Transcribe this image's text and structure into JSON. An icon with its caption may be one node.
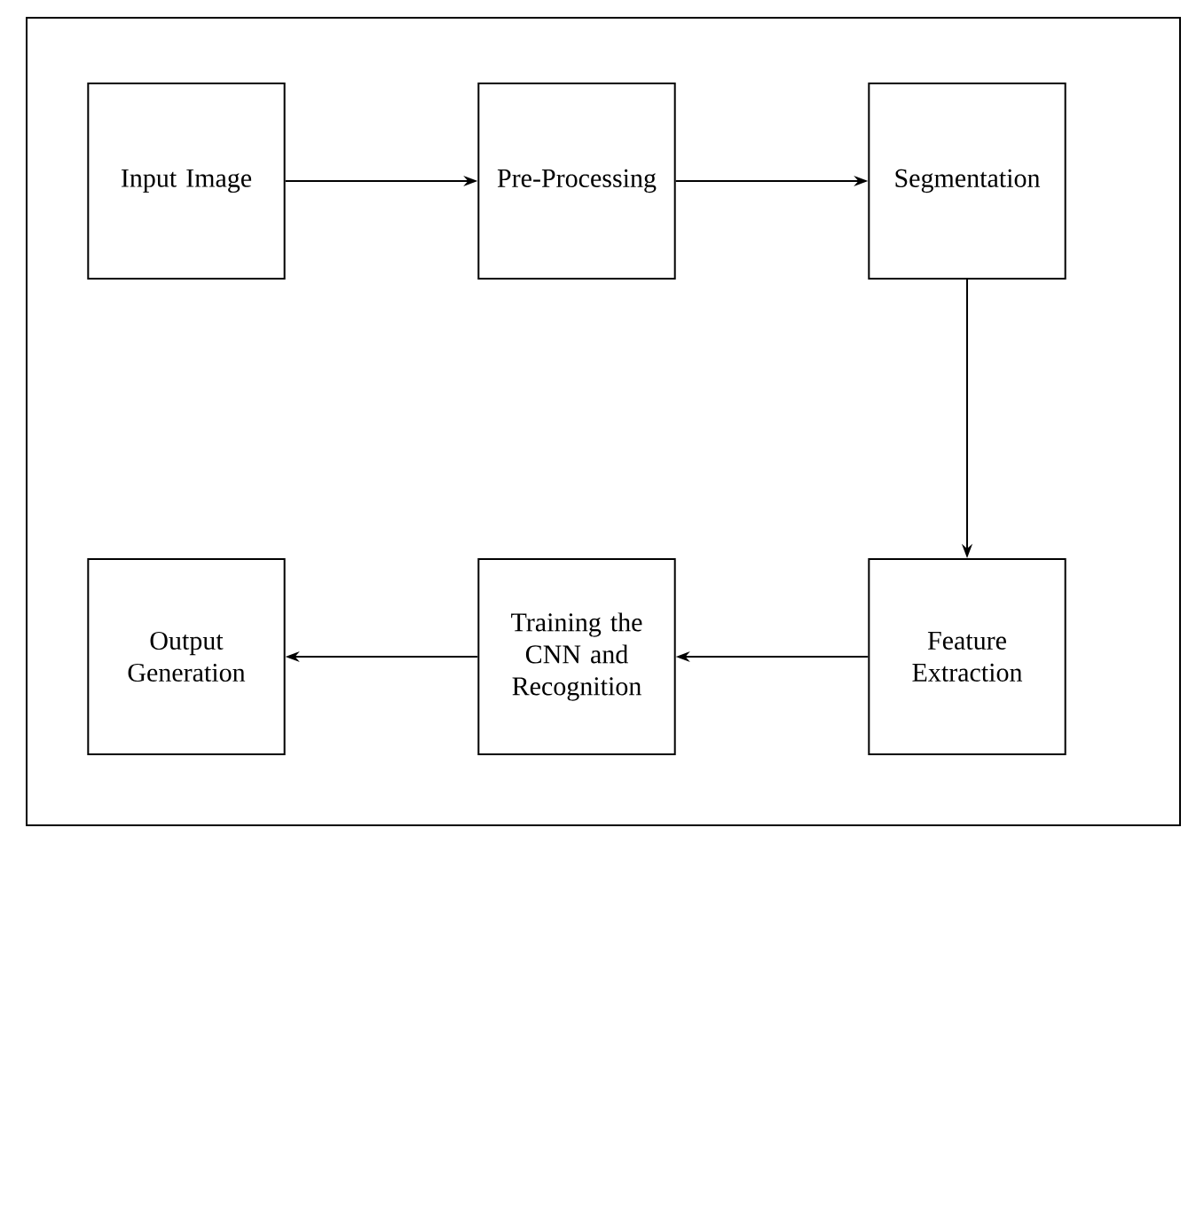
{
  "diagram": {
    "nodes": [
      {
        "text": [
          "Input Image"
        ]
      },
      {
        "text": [
          "Pre-Processing"
        ]
      },
      {
        "text": [
          "Segmentation"
        ]
      },
      {
        "text": [
          "Feature Extraction"
        ]
      },
      {
        "text": [
          "Training the CNN and Recognition"
        ]
      },
      {
        "text": [
          "Output Generation"
        ]
      }
    ],
    "edges": [
      {
        "from": 0,
        "to": 1,
        "arrow": "to"
      },
      {
        "from": 1,
        "to": 2,
        "arrow": "to"
      },
      {
        "from": 2,
        "to": 3,
        "arrow": "to"
      },
      {
        "from": 3,
        "to": 4,
        "arrow": "to"
      },
      {
        "from": 4,
        "to": 5,
        "arrow": "to"
      }
    ]
  }
}
